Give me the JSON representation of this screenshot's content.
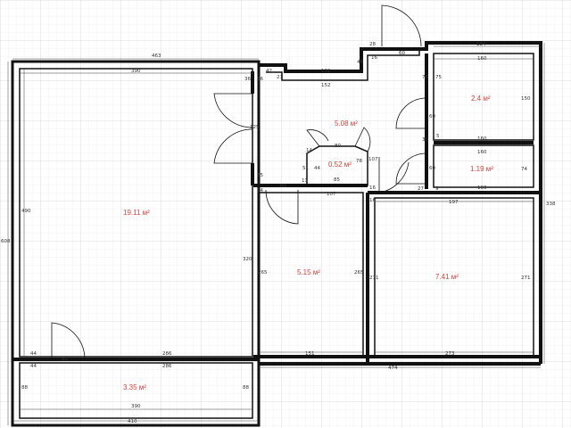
{
  "colors": {
    "wall": "#111111",
    "grid": "#dcdcdc",
    "dim_line": "#444444",
    "dim_text": "#333333",
    "area_text": "#d94040",
    "background": "#ffffff"
  },
  "areas": {
    "main_room": "19.11 м²",
    "balcony": "3.35 м²",
    "hall": "5.08 м²",
    "closet": "0.52 м²",
    "room_center": "5.15 м²",
    "room_right": "7.41 м²",
    "bath_top": "2.4 м²",
    "bath_small": "1.19 м²"
  },
  "dimensions": {
    "top_main": "463",
    "top_inner": "390",
    "left_outer": "608",
    "left_inner": "490",
    "bottom_outer": "410",
    "bottom_inner": "390",
    "balcony_top": "44",
    "balcony_left": "88",
    "balcony_right": "88",
    "balcony_door": "60",
    "bottom_mid": "286",
    "bottom_mid2": "286",
    "bottom_left_44": "44",
    "main_right": "320",
    "door_width_125": "125",
    "hall_top_132": "132",
    "hall_152": "152",
    "hall_42": "42",
    "hall_21": "21",
    "hall_36a": "36",
    "hall_36b": "36",
    "hall_35": "35",
    "hall_14": "14",
    "hall_60": "60",
    "closet_14": "14",
    "closet_51": "51",
    "closet_44": "44",
    "closet_80": "80",
    "closet_13": "13",
    "closet_85": "85",
    "closet_78": "78",
    "closet_107": "107",
    "room_center_top": "107",
    "room_center_left": "265",
    "room_center_right": "265",
    "room_center_bottom": "151",
    "top_28": "28",
    "top_46": "46",
    "top_16": "16",
    "top_60": "60",
    "right_top_184": "184",
    "bath_top_160": "160",
    "bath_top_150": "150",
    "bath_top_75": "75",
    "bath_top_75b": "75",
    "bath_top_60": "60",
    "bath_top_30": "30",
    "bath_top_5": "5",
    "bath_top_160b": "160",
    "bath_small_160": "160",
    "bath_small_74": "74",
    "bath_small_60": "60",
    "bath_small_27": "27",
    "bath_small_9": "9",
    "bath_small_160b": "160",
    "bath_small_16": "16",
    "room_right_top": "197",
    "room_right_height": "271",
    "room_right_left": "271",
    "room_right_bottom": "273",
    "right_outer": "338",
    "bottom_right_474": "474",
    "col_16": "16"
  }
}
